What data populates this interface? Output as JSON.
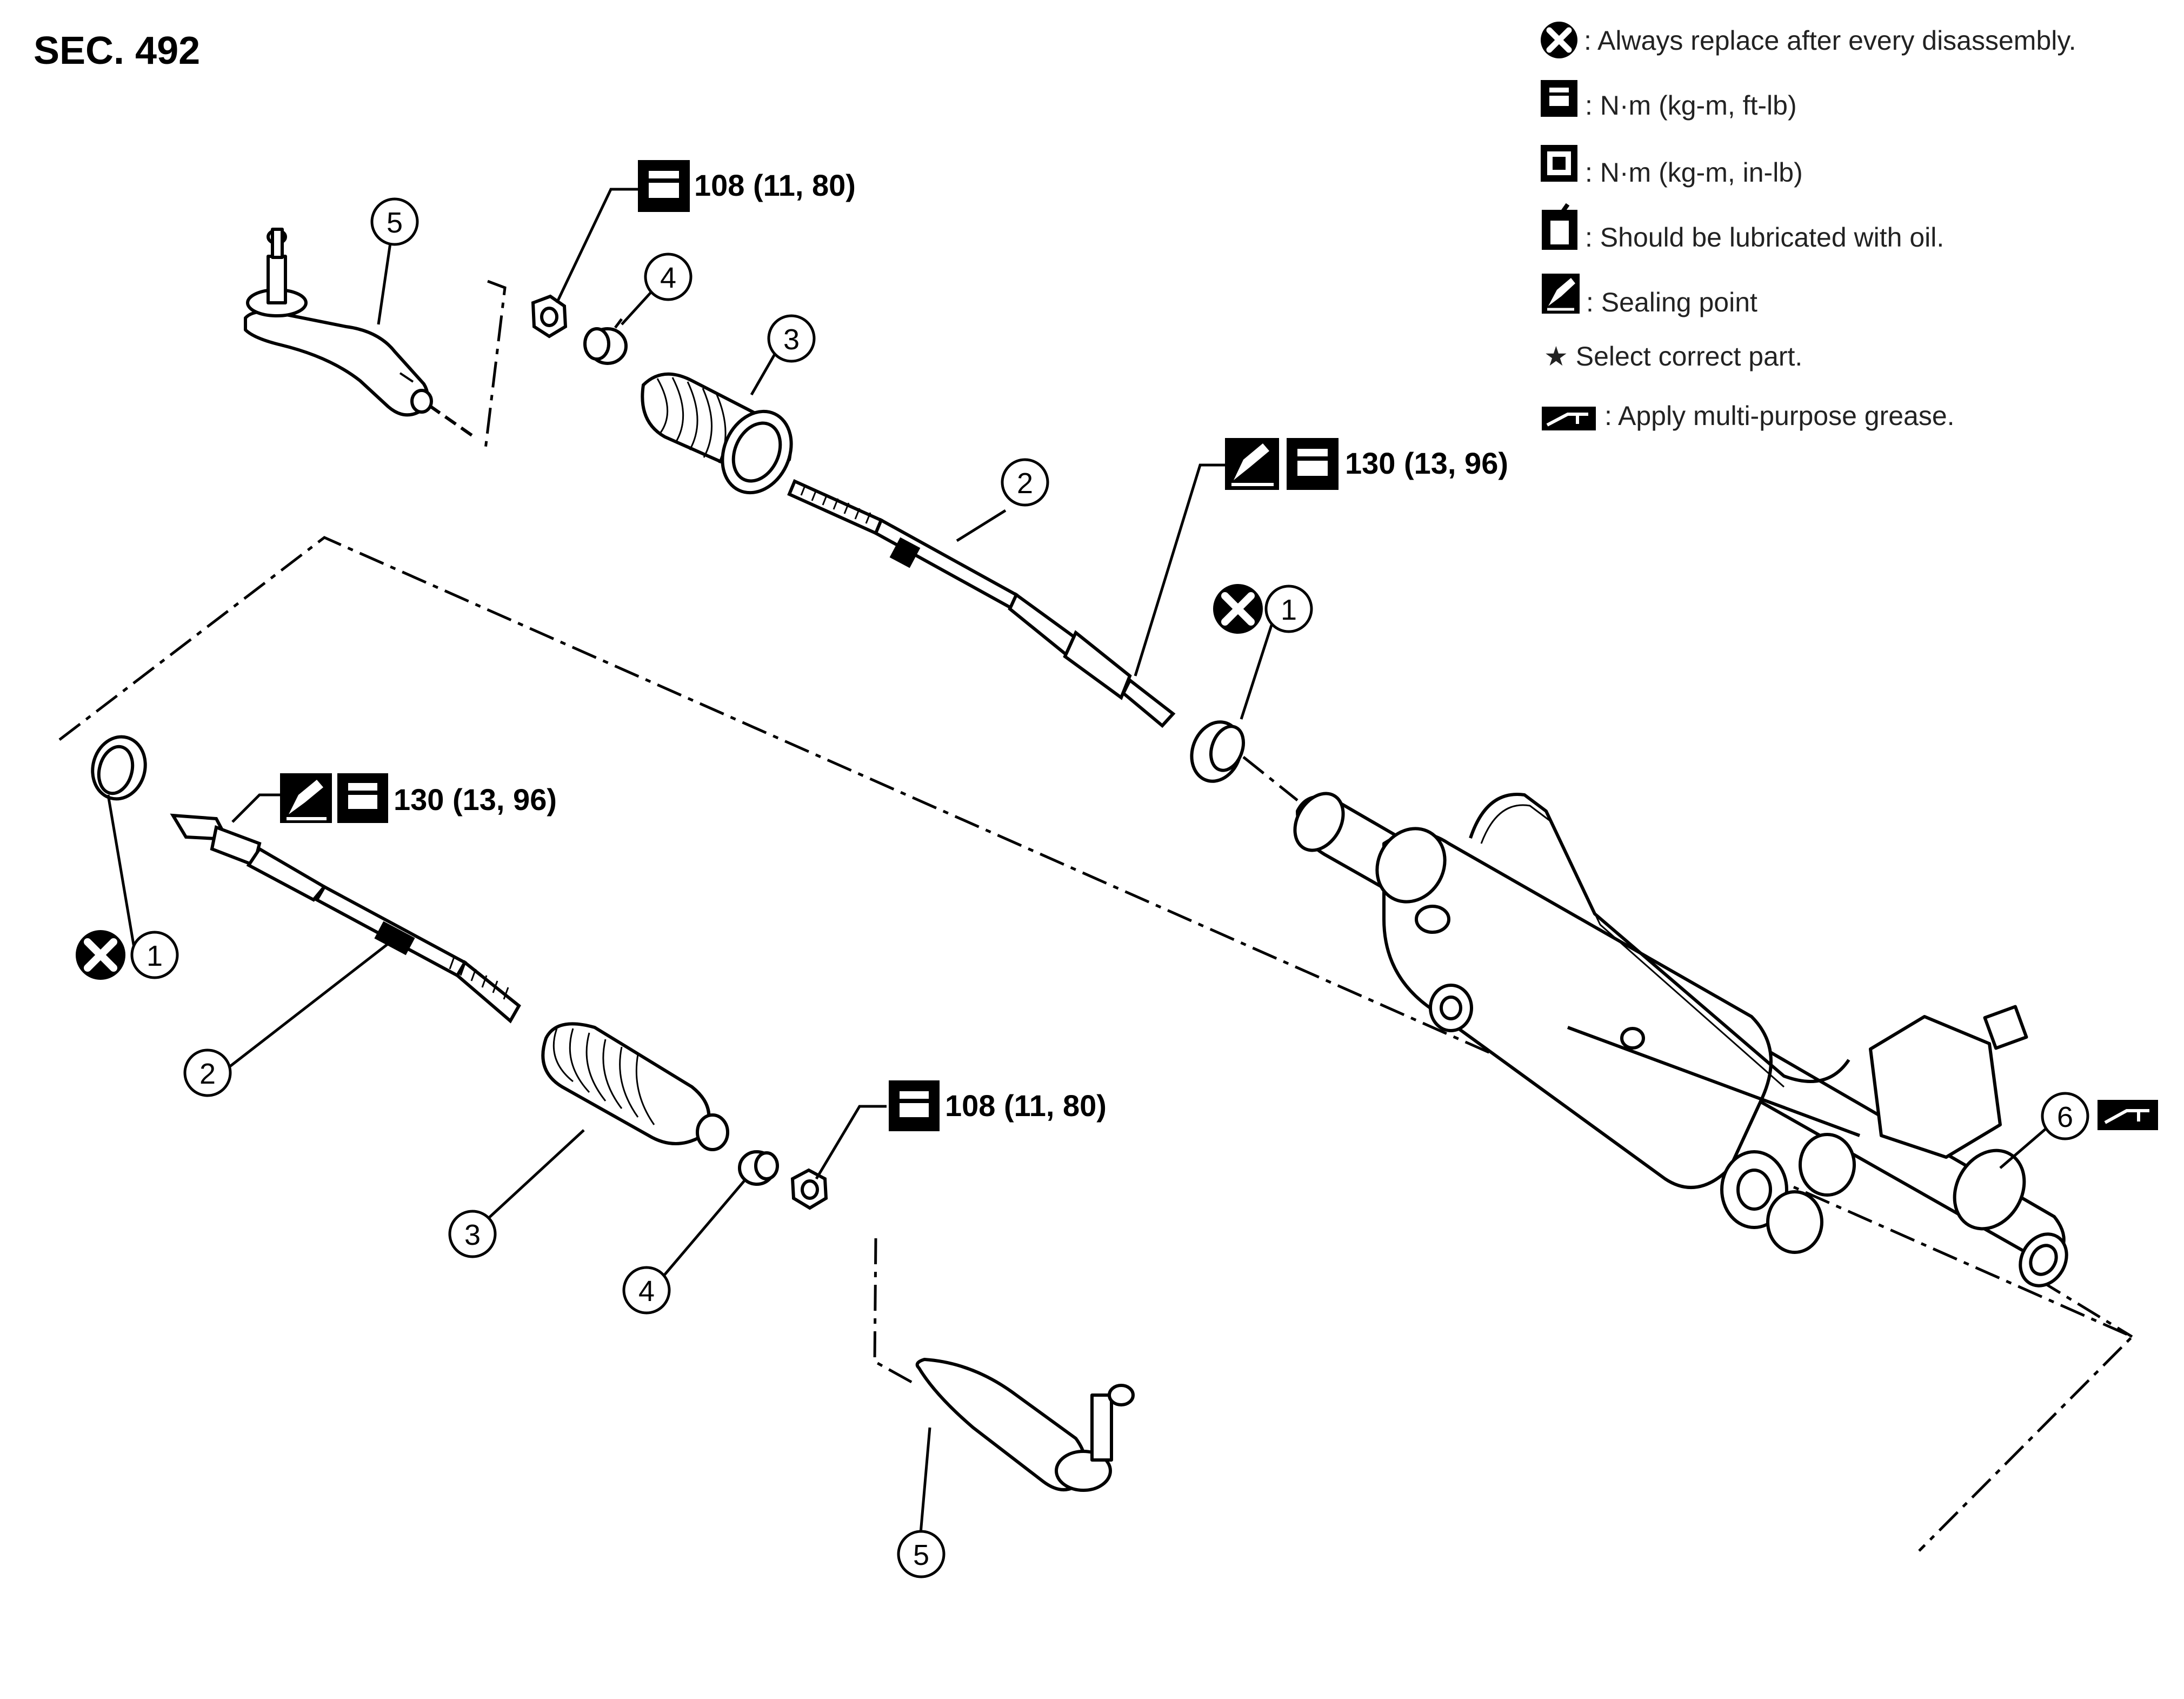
{
  "title": "SEC. 492",
  "legend": [
    {
      "icon": "replace-x-icon",
      "text": ": Always replace after every disassembly."
    },
    {
      "icon": "torque-wrench-icon",
      "text": ": N·m (kg-m, ft-lb)"
    },
    {
      "icon": "torque-wrench-inlb-icon",
      "text": ": N·m (kg-m, in-lb)"
    },
    {
      "icon": "oil-can-icon",
      "text": ": Should be lubricated with oil."
    },
    {
      "icon": "sealing-point-icon",
      "text": ": Sealing point"
    },
    {
      "icon": "star-icon",
      "text": "★ Select correct part."
    },
    {
      "icon": "grease-gun-icon",
      "text": ": Apply multi-purpose grease."
    }
  ],
  "torque_labels": {
    "nut_upper": "108 (11, 80)",
    "inner_rod_upper": "130 (13, 96)",
    "inner_rod_lower": "130 (13, 96)",
    "nut_lower": "108 (11, 80)"
  },
  "callouts": {
    "n1": "1",
    "n2": "2",
    "n3": "3",
    "n4": "4",
    "n5": "5",
    "n6": "6"
  },
  "colors": {
    "line": "#000000",
    "background": "#ffffff"
  }
}
